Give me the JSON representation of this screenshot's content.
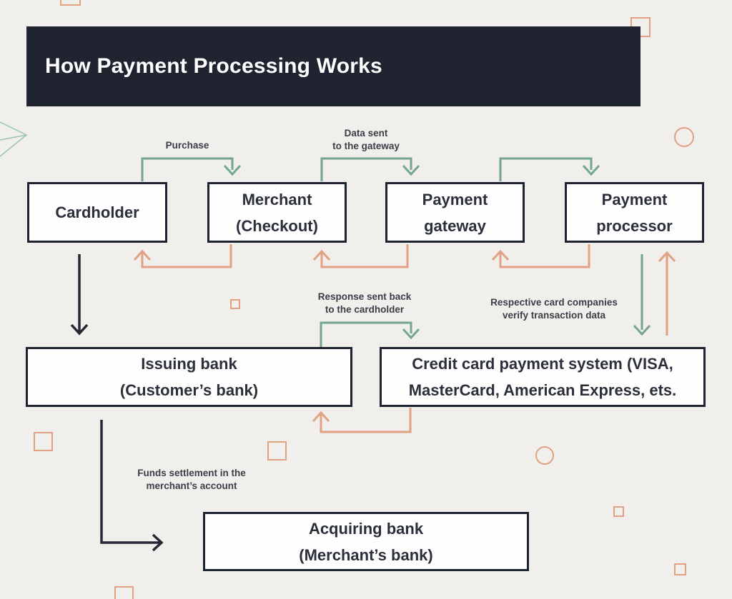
{
  "title": "How Payment Processing Works",
  "colors": {
    "background": "#f1efec",
    "title_bar": "#1f2430",
    "title_text": "#ffffff",
    "box_border": "#1d2330",
    "box_fill": "#fefefe",
    "arrow_green": "#74a591",
    "arrow_orange": "#e2a183",
    "arrow_black": "#232834",
    "label_text": "#3a3e48"
  },
  "nodes": {
    "cardholder": {
      "lines": [
        "Cardholder"
      ]
    },
    "merchant": {
      "lines": [
        "Merchant",
        "(Checkout)"
      ]
    },
    "gateway": {
      "lines": [
        "Payment",
        "gateway"
      ]
    },
    "processor": {
      "lines": [
        "Payment",
        "processor"
      ]
    },
    "issuing_bank": {
      "lines": [
        "Issuing bank",
        "(Customer’s bank)"
      ]
    },
    "card_system": {
      "lines": [
        "Credit card payment system (VISA,",
        "MasterCard, American Express, ets."
      ]
    },
    "acquiring_bank": {
      "lines": [
        "Acquiring bank",
        "(Merchant’s bank)"
      ]
    }
  },
  "edge_labels": {
    "purchase": {
      "lines": [
        "Purchase",
        ""
      ]
    },
    "data_sent": {
      "lines": [
        "Data sent",
        "to the gateway"
      ]
    },
    "response": {
      "lines": [
        "Response sent back",
        "to the cardholder"
      ]
    },
    "verify": {
      "lines": [
        "Respective card companies",
        "verify transaction data"
      ]
    },
    "funds": {
      "lines": [
        "Funds settlement in the",
        "merchant’s account"
      ]
    }
  }
}
